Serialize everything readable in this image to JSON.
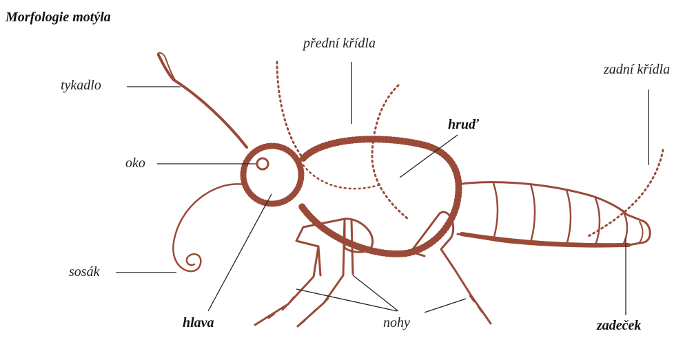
{
  "title": "Morfologie motýla",
  "labels": {
    "tykadlo": "tykadlo",
    "predni_kridla": "přední křídla",
    "zadni_kridla": "zadní křídla",
    "hrud": "hruď",
    "oko": "oko",
    "sosak": "sosák",
    "hlava": "hlava",
    "nohy": "nohy",
    "zadecek": "zadeček"
  },
  "colors": {
    "body": "#9a4a38",
    "leader": "#222222"
  }
}
